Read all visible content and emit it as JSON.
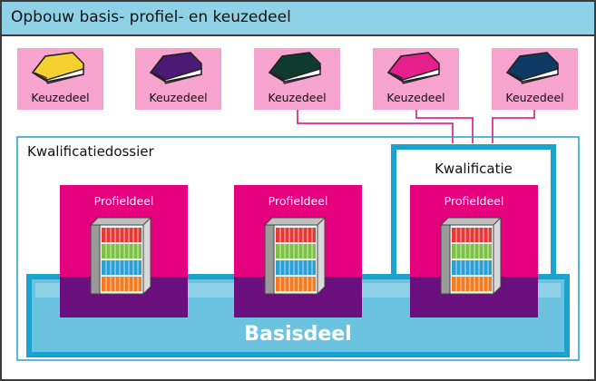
{
  "title": "Opbouw basis- profiel- en keuzedeel",
  "keuzedelen": [
    {
      "label": "Keuzedeel",
      "book_color": "#f5d130"
    },
    {
      "label": "Keuzedeel",
      "book_color": "#4b1a74"
    },
    {
      "label": "Keuzedeel",
      "book_color": "#0f3b2e"
    },
    {
      "label": "Keuzedeel",
      "book_color": "#e51f8c"
    },
    {
      "label": "Keuzedeel",
      "book_color": "#0e3a66"
    }
  ],
  "kwalificatiedossier_label": "Kwalificatiedossier",
  "kwalificatie_label": "Kwalificatie",
  "profieldelen": [
    {
      "label": "Profieldeel"
    },
    {
      "label": "Profieldeel"
    },
    {
      "label": "Profieldeel"
    }
  ],
  "basisdeel_label": "Basisdeel",
  "colors": {
    "title_bar": "#8fd1e6",
    "keuzedeel_bg": "#f6a3cd",
    "profieldeel": "#e5007d",
    "overlap": "#6a0f7e",
    "basisdeel": "#6cc3df",
    "kwalificatie_border": "#1aa3cf",
    "connector": "#e5007d"
  }
}
